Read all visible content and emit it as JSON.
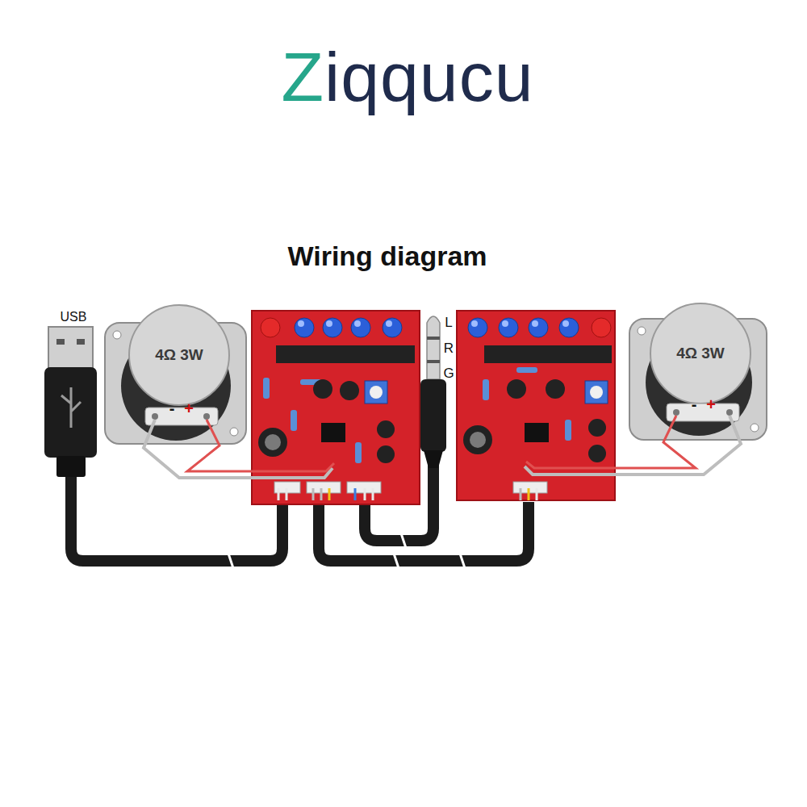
{
  "diagram": {
    "title": "Wiring diagram",
    "labels": [
      "Ziqqucu",
      "USB",
      "4Ω 3W",
      "-",
      "+",
      "L",
      "R",
      "G",
      "4Ω 3W",
      "-",
      "+"
    ]
  }
}
